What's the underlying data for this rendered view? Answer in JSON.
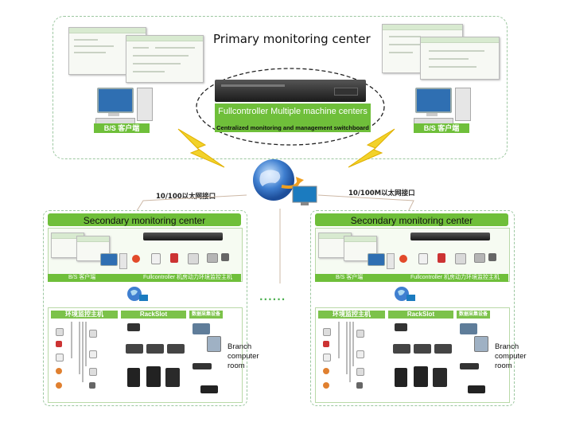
{
  "primary": {
    "title": "Primary monitoring center",
    "controller_title": "Fullcontroller Multiple machine centers",
    "controller_subtitle": "Centralized monitoring and management switchboard",
    "client_left": "B/S 客户端",
    "client_right": "B/S 客户端"
  },
  "links": {
    "left": "10/100以太网接口",
    "right": "10/100M以太网接口",
    "ellipsis": "......"
  },
  "secondary_left": {
    "title": "Secondary monitoring center",
    "client": "B/S 客户端",
    "controller": "Fullcontroller  机房动力环境监控主机",
    "env_host": "环境监控主机",
    "rackslot": "RackSlot",
    "right_head": "数据采集设备",
    "side_label": "Branch\ncomputer\nroom"
  },
  "secondary_right": {
    "title": "Secondary monitoring center",
    "client": "B/S 客户端",
    "controller": "Fullcontroller  机房动力环境监控主机",
    "env_host": "环境监控主机",
    "rackslot": "RackSlot",
    "right_head": "数据采集设备",
    "side_label": "Branch\ncomputer\nroom"
  },
  "colors": {
    "accent_green": "#6fbf3a",
    "dashed_border": "#9cc7a0",
    "bolt_yellow": "#f2d22a"
  }
}
